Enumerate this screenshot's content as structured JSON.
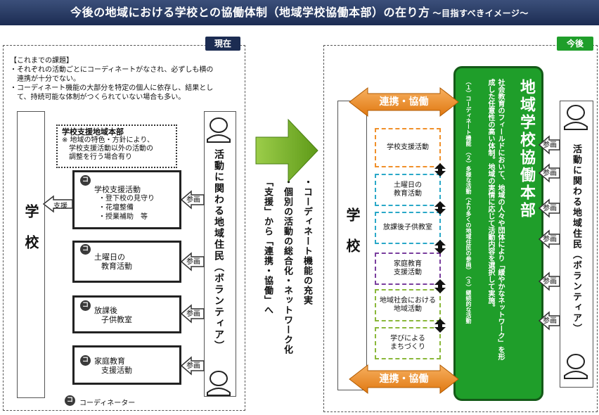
{
  "title": {
    "main": "今後の地域における学校との協働体制（地域学校協働本部）の在り方",
    "sub": "～目指すべきイメージ～"
  },
  "left": {
    "tag": "現在",
    "issues_heading": "【これまでの課題】",
    "issues": [
      "・それぞれの活動ごとにコーディネートがなされ、必ずしも横の",
      "　連携が十分でない。",
      "・コーディネート機能の大部分を特定の個人に依存し、結果とし",
      "　て、持続可能な体制がつくられていない場合も多い。"
    ],
    "school": "学　校",
    "honbu": {
      "title": "学校支援地域本部",
      "note_lines": [
        "※ 地域の特色・方針により、",
        "　学校支援活動以外の活動の",
        "　調整を行う場合有り"
      ]
    },
    "shien": "支援",
    "coordinator_mark": "コ",
    "activities": [
      {
        "title": "学校支援活動",
        "items": [
          "・登下校の見守り",
          "・花壇整備",
          "・授業補助　等"
        ]
      },
      {
        "title": "土曜日の",
        "items": [
          "教育活動"
        ]
      },
      {
        "title": "放課後",
        "items": [
          "子供教室"
        ]
      },
      {
        "title": "家庭教育",
        "items": [
          "支援活動"
        ]
      }
    ],
    "sanka": "参画",
    "residents": "活動に関わる地域住民（ボランティア）",
    "legend": "コーディネーター"
  },
  "middle": {
    "lines": [
      "・コーディネート機能の充実",
      "・個別の活動の総合化・ネットワーク化",
      "「支援」から「連携・協働」へ"
    ]
  },
  "right": {
    "tag": "今後",
    "school": "学　校",
    "renkei": "連携・協働",
    "activities": [
      "学校支援活動",
      "土曜日の\n教育活動",
      "放課後子供教室",
      "家庭教育\n支援活動",
      "地域社会における\n地域活動",
      "学びによる\nまちづくり"
    ],
    "activity_colors": [
      "#f0902a",
      "#2aa8c8",
      "#2aa8c8",
      "#7a3e9e",
      "#8ab83a",
      "#8ab83a"
    ],
    "honbu_title": "地域学校協働本部",
    "honbu_desc": "社会教育のフィールドにおいて、地域の人々や団体により「緩やかなネットワーク」を形成した任意性の高い体制。地域の実情に応じて活動内容を選択して実施。",
    "honbu_points": "（１）コーディネート機能　（２）多様な活動（より多くの地域住民の参画）　（３）継続的な活動",
    "sanka": "参画",
    "residents": "活動に関わる地域住民（ボランティア）"
  },
  "colors": {
    "title_bar": "#1c2c52",
    "green": "#1f9e2a",
    "orange": "#f0902a",
    "arrow_green": "#7ab828"
  }
}
